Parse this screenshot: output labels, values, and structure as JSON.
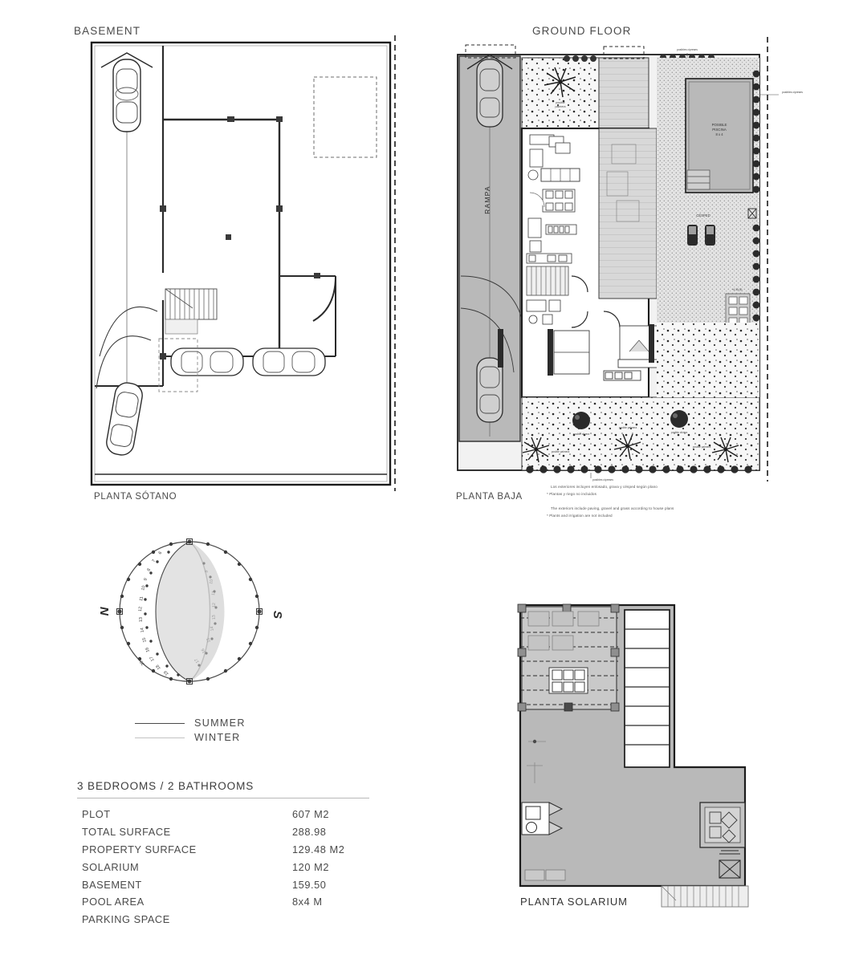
{
  "headers": {
    "basement": "BASEMENT",
    "ground_floor": "GROUND FLOOR"
  },
  "captions": {
    "basement_es": "PLANTA SÓTANO",
    "ground_es": "PLANTA BAJA",
    "solarium_es": "PLANTA SOLARIUM"
  },
  "disclaimer": {
    "es_line1": "Los exteriores incluyen enlosado, grava y césped según plano",
    "es_line2": "* Plantas y riego no incluidos",
    "en_line1": "The exteriors include paving, gravel and grass according to house plans",
    "en_line2": "* Plants and irrigation are not included"
  },
  "plan_labels": {
    "rampa": "RAMPA",
    "pool": "POSIBLE",
    "pool2": "PISCINA",
    "pool3": "8 x 4",
    "cesped": "CÉSPED",
    "jardin": "posible",
    "jardin2": "palmera",
    "cipreses_top": "posibles cipreses",
    "cipreses_right": "posibles cipreses",
    "cipreses_bottom": "posibles cipreses",
    "olivera": "posible olivera",
    "palmera_left": "posible palmera",
    "palmera_mid": "posible palmera",
    "palmera_right": "posible palmera",
    "olivera2": "posible olivera",
    "elev_mark": "+4,35 (5)"
  },
  "sun_diagram": {
    "north": "N",
    "south": "S",
    "summer_hours": [
      "6",
      "7",
      "8",
      "9",
      "10",
      "11",
      "12",
      "13",
      "14",
      "15",
      "16",
      "17",
      "18",
      "19",
      "20"
    ],
    "winter_hours": [
      "9",
      "10",
      "11",
      "12",
      "13",
      "14",
      "15",
      "16",
      "17"
    ],
    "legend": [
      {
        "label": "SUMMER",
        "color": "#4a4a4a"
      },
      {
        "label": "WINTER",
        "color": "#c2c2c2"
      }
    ]
  },
  "spec": {
    "title": "3 BEDROOMS / 2 BATHROOMS",
    "rows": [
      {
        "label": "PLOT",
        "value": "607 M2"
      },
      {
        "label": "TOTAL SURFACE",
        "value": "288.98"
      },
      {
        "label": "PROPERTY SURFACE",
        "value": "129.48 M2"
      },
      {
        "label": "SOLARIUM",
        "value": "120 M2"
      },
      {
        "label": "BASEMENT",
        "value": "159.50"
      },
      {
        "label": "POOL AREA",
        "value": "8x4 M"
      },
      {
        "label": "PARKING SPACE",
        "value": ""
      }
    ]
  },
  "colors": {
    "ink": "#1c1c1c",
    "wall": "#2b2b2b",
    "fill_gray": "#b9b9b9",
    "fill_light": "#d6d6d6",
    "fill_pale": "#ececec",
    "text": "#4a4a4a"
  }
}
